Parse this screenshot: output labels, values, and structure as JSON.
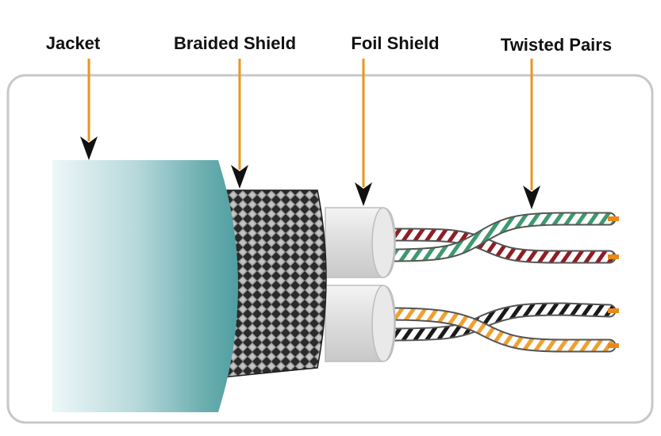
{
  "labels": {
    "jacket": "Jacket",
    "braided_shield": "Braided Shield",
    "foil_shield": "Foil Shield",
    "twisted_pairs": "Twisted Pairs"
  },
  "colors": {
    "frame_border": "#c8c8c8",
    "leader_line": "#e8961c",
    "arrowhead": "#111111",
    "jacket_dark": "#4f9ea0",
    "jacket_light": "#eef7f8",
    "braid_dark": "#2a2a2a",
    "braid_light": "#9a9a9a",
    "foil": "#dedede",
    "pair_green": "#3d9a6e",
    "pair_red": "#8f1d24",
    "pair_orange": "#f0a030",
    "pair_black": "#1a1a1a",
    "copper_tip": "#e88a1a"
  }
}
